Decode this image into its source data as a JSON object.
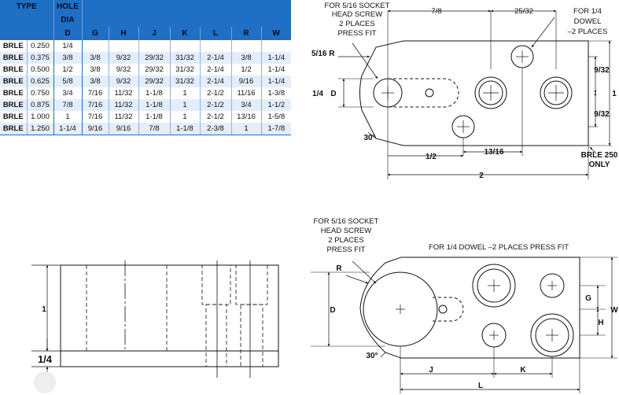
{
  "table": {
    "headers_row1": [
      "TYPE",
      "HOLE",
      "",
      "",
      "",
      "",
      "",
      "",
      ""
    ],
    "hole_dia_label": "DIA",
    "headers_row3": [
      "",
      "D",
      "G",
      "H",
      "J",
      "K",
      "L",
      "R",
      "W"
    ],
    "rows": [
      [
        "BRLE",
        "0.250",
        "1/4",
        "",
        "",
        "",
        "",
        "",
        ""
      ],
      [
        "BRLE",
        "0.375",
        "3/8",
        "3/8",
        "9/32",
        "29/32",
        "31/32",
        "2-1/4",
        "3/8",
        "1-1/4"
      ],
      [
        "BRLE",
        "0.500",
        "1/2",
        "3/8",
        "9/32",
        "29/32",
        "31/32",
        "2-1/4",
        "1/2",
        "1-1/4"
      ],
      [
        "BRLE",
        "0.625",
        "5/8",
        "3/8",
        "9/32",
        "29/32",
        "31/32",
        "2-1/4",
        "9/16",
        "1-1/4"
      ],
      [
        "BRLE",
        "0.750",
        "3/4",
        "7/16",
        "11/32",
        "1-1/8",
        "1",
        "2-1/2",
        "11/16",
        "1-3/8"
      ],
      [
        "BRLE",
        "0.875",
        "7/8",
        "7/16",
        "11/32",
        "1-1/8",
        "1",
        "2-1/2",
        "3/4",
        "1-1/2"
      ],
      [
        "BRLE",
        "1.000",
        "1",
        "7/16",
        "11/32",
        "1-1/8",
        "1",
        "2-1/2",
        "13/16",
        "1-5/8"
      ],
      [
        "BRLE",
        "1.250",
        "1-1/4",
        "9/16",
        "9/16",
        "7/8",
        "1-1/8",
        "2-3/8",
        "1",
        "1-7/8"
      ]
    ]
  },
  "top_view": {
    "socket_note": [
      "FOR 5/16 SOCKET",
      "HEAD SCREW",
      "2 PLACES",
      "PRESS FIT"
    ],
    "dowel_note": [
      "FOR 1/4",
      "DOWEL",
      "–2 PLACES"
    ],
    "dim_7_8": "7/8",
    "dim_25_32": "25/32",
    "radius_label": "5/16   R",
    "dim_9_32_top": "9/32",
    "dim_9_32_bot": "9/32",
    "dim_1": "1",
    "dim_1_4": "1/4",
    "d_label": "D",
    "angle": "30°",
    "dim_1_2": "1/2",
    "dim_13_16": "13/16",
    "dim_2": "2",
    "brle_note": [
      "BRLE 250",
      "ONLY"
    ]
  },
  "side_view": {
    "dim_1": "1",
    "dim_1_4": "1/4"
  },
  "bottom_view": {
    "socket_note": [
      "FOR 5/16 SOCKET",
      "HEAD SCREW",
      "2 PLACES",
      "PRESS FIT"
    ],
    "dowel_note": "FOR 1/4 DOWEL –2 PLACES PRESS FIT",
    "r_label": "R",
    "d_label": "D",
    "g_label": "G",
    "h_label": "H",
    "w_label": "W",
    "angle": "30°",
    "j_label": "J",
    "k_label": "K",
    "l_label": "L"
  },
  "colors": {
    "header_blue": "#1f6fc4",
    "row_alt": "#e3eefa"
  }
}
